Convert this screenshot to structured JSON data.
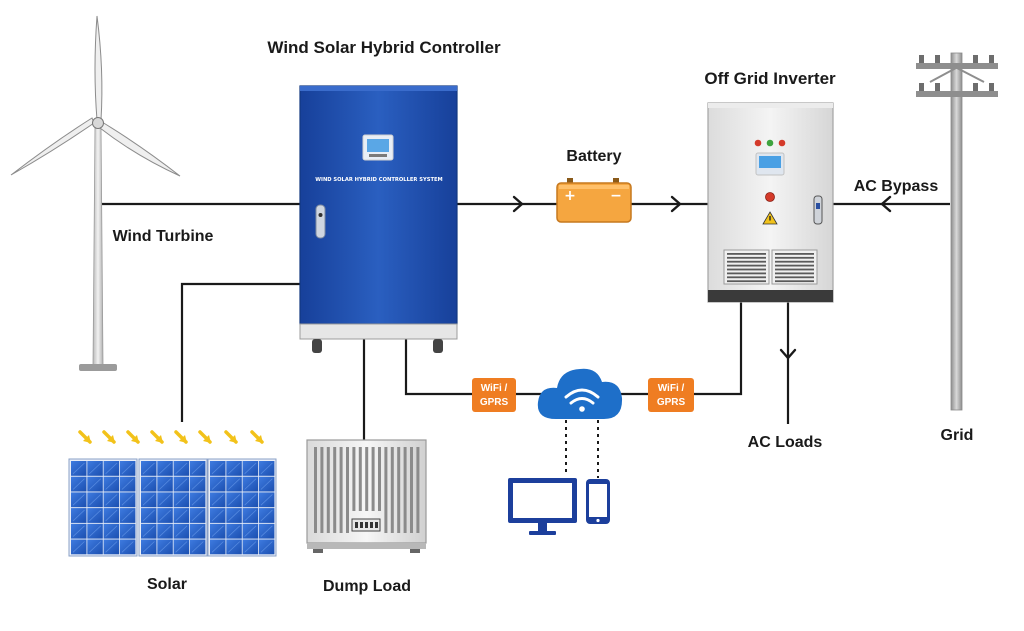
{
  "labels": {
    "controller_title": "Wind Solar Hybrid Controller",
    "inverter_title": "Off Grid Inverter",
    "battery": "Battery",
    "ac_bypass": "AC Bypass",
    "wind_turbine": "Wind Turbine",
    "ac_loads": "AC Loads",
    "grid": "Grid",
    "solar": "Solar",
    "dump_load": "Dump Load"
  },
  "controller": {
    "panel_text": "WIND SOLAR HYBRID CONTROLLER SYSTEM"
  },
  "comm": {
    "left_tag": [
      "WiFi /",
      "GPRS"
    ],
    "right_tag": [
      "WiFi /",
      "GPRS"
    ]
  },
  "colors": {
    "controller_blue": "#1f4fa8",
    "battery_orange": "#f5a640",
    "tag_orange": "#ef7d22",
    "cloud_blue": "#1e6fc9",
    "device_blue": "#1c3f9c",
    "panel_blue": "#2a62c9",
    "sun_arrow_yellow": "#f2c21a",
    "line_black": "#1a1a1a"
  },
  "icons": [
    "wind-turbine-icon",
    "solar-panel-icon",
    "battery-icon",
    "cloud-wifi-icon",
    "monitor-icon",
    "smartphone-icon",
    "utility-pole-icon",
    "warning-icon"
  ]
}
